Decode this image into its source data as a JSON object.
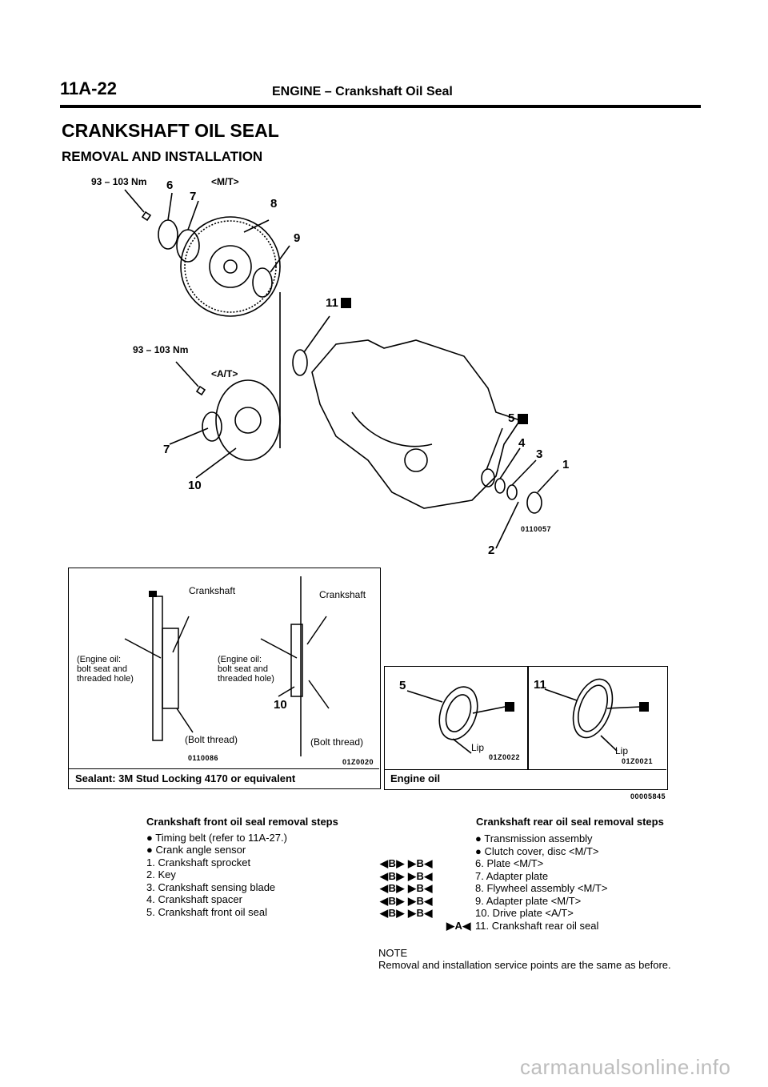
{
  "header": {
    "page_number": "11A-22",
    "section": "ENGINE – Crankshaft Oil Seal"
  },
  "titles": {
    "main": "CRANKSHAFT OIL SEAL",
    "sub": "REMOVAL AND INSTALLATION"
  },
  "diagram": {
    "torque_mt": "93 – 103 Nm",
    "torque_at": "93 – 103 Nm",
    "mt_tag": "<M/T>",
    "at_tag": "<A/T>",
    "callouts": [
      "6",
      "7",
      "8",
      "9",
      "11",
      "7",
      "10",
      "5",
      "4",
      "3",
      "1",
      "2"
    ],
    "code": "0110057"
  },
  "sealant_box": {
    "crankshaft_left": "Crankshaft",
    "crankshaft_right": "Crankshaft",
    "oil_note_left": "(Engine oil:\nbolt seat and\nthreaded hole)",
    "oil_note_right": "(Engine oil:\nbolt seat and\nthreaded hole)",
    "callout_10": "10",
    "bolt_left": "(Bolt thread)",
    "bolt_right": "(Bolt thread)",
    "code_left": "0110086",
    "code_right": "01Z0020",
    "footer": "Sealant: 3M Stud Locking 4170 or equivalent"
  },
  "oil_box": {
    "callout_5": "5",
    "callout_11": "11",
    "lip_left": "Lip",
    "lip_right": "Lip",
    "code_left": "01Z0022",
    "code_right": "01Z0021",
    "footer": "Engine oil",
    "box_code": "00005845"
  },
  "front_steps": {
    "title": "Crankshaft front oil seal removal steps",
    "items": [
      "● Timing belt (refer to 11A-27.)",
      "● Crank angle sensor",
      "1. Crankshaft sprocket",
      "2. Key",
      "3. Crankshaft sensing blade",
      "4. Crankshaft spacer",
      "5. Crankshaft front oil seal"
    ]
  },
  "rear_steps": {
    "title": "Crankshaft rear oil seal removal steps",
    "items": [
      {
        "mark": "",
        "text": "● Transmission assembly"
      },
      {
        "mark": "",
        "text": "● Clutch cover, disc <M/T>"
      },
      {
        "mark": "◀B▶ ▶B◀",
        "text": "6. Plate <M/T>"
      },
      {
        "mark": "◀B▶ ▶B◀",
        "text": "7. Adapter plate"
      },
      {
        "mark": "◀B▶ ▶B◀",
        "text": "8. Flywheel assembly <M/T>"
      },
      {
        "mark": "◀B▶ ▶B◀",
        "text": "9. Adapter plate <M/T>"
      },
      {
        "mark": "◀B▶ ▶B◀",
        "text": "10. Drive plate <A/T>"
      },
      {
        "mark": "▶A◀",
        "text": "11. Crankshaft rear oil seal"
      }
    ]
  },
  "note": {
    "label": "NOTE",
    "text": "Removal and installation service points are the same as before."
  },
  "watermark": "carmanualsonline.info"
}
